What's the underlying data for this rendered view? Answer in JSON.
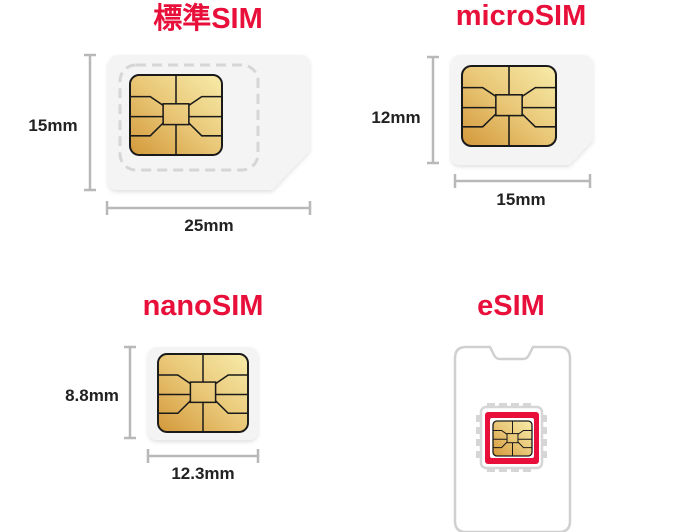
{
  "colors": {
    "accent": "#e8103a",
    "card": "#f4f4f4",
    "outline": "#d0d0d0",
    "chip_light": "#f4e49a",
    "chip_dark": "#d49a3a"
  },
  "standard": {
    "title": "標準SIM",
    "height": "15mm",
    "width": "25mm"
  },
  "micro": {
    "title": "microSIM",
    "height": "12mm",
    "width": "15mm"
  },
  "nano": {
    "title": "nanoSIM",
    "height": "8.8mm",
    "width": "12.3mm"
  },
  "esim": {
    "title": "eSIM"
  }
}
